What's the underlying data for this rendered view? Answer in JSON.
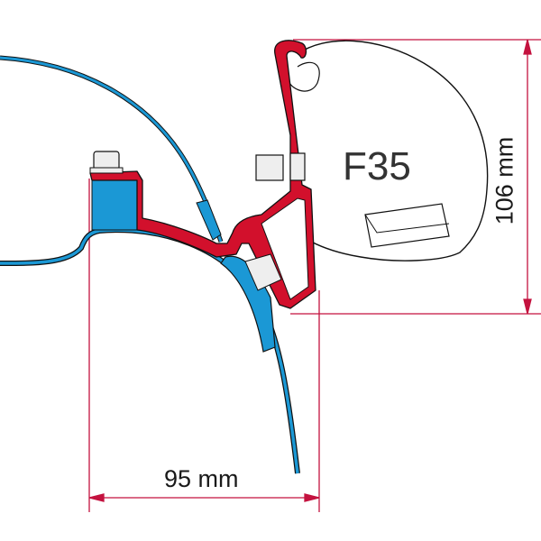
{
  "diagram": {
    "model_label": "F35",
    "width_dimension": "95 mm",
    "height_dimension": "106 mm"
  },
  "colors": {
    "adapter": "#d2102c",
    "vehicle": "#1b98d5",
    "dimension": "#c4123f",
    "outline": "#111111"
  }
}
